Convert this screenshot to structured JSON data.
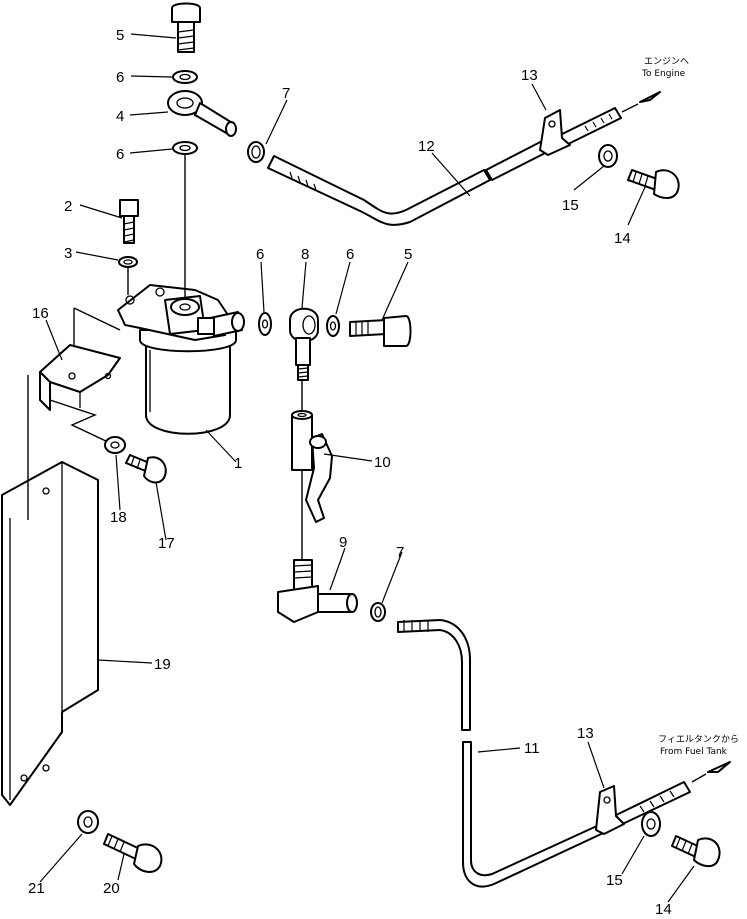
{
  "labels": {
    "l1": "1",
    "l2": "2",
    "l3": "3",
    "l4": "4",
    "l5a": "5",
    "l5b": "5",
    "l6a": "6",
    "l6b": "6",
    "l6c": "6",
    "l6d": "6",
    "l7a": "7",
    "l7b": "7",
    "l8": "8",
    "l9": "9",
    "l10": "10",
    "l11": "11",
    "l12": "12",
    "l13a": "13",
    "l13b": "13",
    "l14a": "14",
    "l14b": "14",
    "l15a": "15",
    "l15b": "15",
    "l16": "16",
    "l17": "17",
    "l18": "18",
    "l19": "19",
    "l20": "20",
    "l21": "21"
  },
  "notes": {
    "engine_jp": "エンジンへ",
    "engine_en": "To Engine",
    "tank_jp": "フィエルタンクから",
    "tank_en": "From Fuel Tank"
  }
}
